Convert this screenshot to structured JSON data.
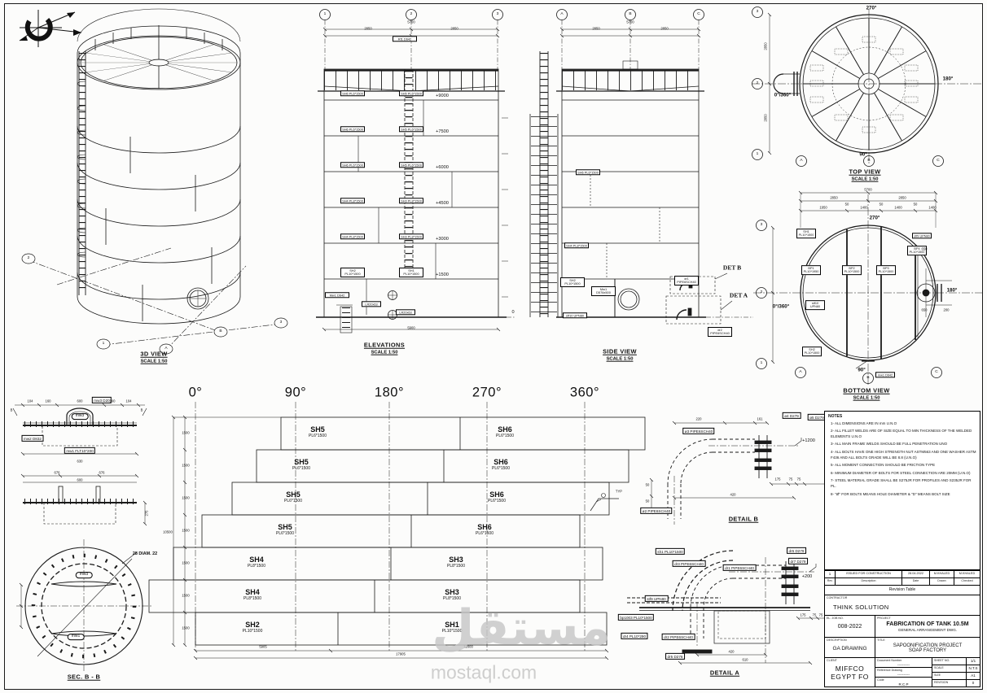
{
  "watermark": {
    "arabic": "مستقل",
    "latin": "mostaql.com"
  },
  "views": {
    "v3d": {
      "title": "3D VIEW",
      "scale": "SCALE 1:50",
      "bubbles": [
        "2",
        "1",
        "A",
        "B",
        "3"
      ]
    },
    "elev": {
      "title": "ELEVATIONS",
      "scale": "SCALE 1:50",
      "grid": [
        "1",
        "2",
        "3"
      ],
      "dim_total": "5700",
      "dim_half1": "2850",
      "dim_half2": "2850",
      "dim_bottom": "5900",
      "zero": "0",
      "roof_label": "Rf1 D642",
      "mw_label": "Mw1 D642",
      "lr1": "LR20x63",
      "lr2": "LR20x63",
      "levels": [
        {
          "e": "+9000",
          "l": "SH6 PL6*1500",
          "r": "SH5 PL6*1500"
        },
        {
          "e": "+7500",
          "l": "SH6 PL6*1500",
          "r": "SH5 PL6*1500"
        },
        {
          "e": "+6000",
          "l": "SH6 PL6*1500",
          "r": "SH5 PL6*1500"
        },
        {
          "e": "+4500",
          "l": "SH4 PL8*1500",
          "r": "SH3 PL8*1500"
        },
        {
          "e": "+3000",
          "l": "SH4 PL8*1500",
          "r": "SH3 PL8*1500"
        },
        {
          "e": "+1500",
          "l": "SH2 PL10*1500",
          "r": "SH1 PL10*1500"
        }
      ]
    },
    "side": {
      "title": "SIDE VIEW",
      "scale": "SCALE 1:50",
      "grid": [
        "A",
        "B",
        "C"
      ],
      "dim_total": "5700",
      "dim_half1": "2850",
      "dim_half2": "2850",
      "det_a": "DET A",
      "det_b": "DET B",
      "sh6": "SH6 PL6*1500",
      "sh4": "SH4 PL8*1500",
      "sh2": "SH2 PL10*1500",
      "mw": "Mw1 D576x500",
      "stf10": "stf10 UPN80",
      "dr1": "dr1 PIPE6SCH40",
      "dr2": "dr2 PIPE6SCH40"
    },
    "top": {
      "title": "TOP VIEW",
      "scale": "SCALE 1:50",
      "grid_rows": [
        "3",
        "2",
        "1"
      ],
      "grid_cols": [
        "A",
        "B",
        "C"
      ],
      "a270": "270°",
      "a90": "90°",
      "a180": "180°",
      "a0": "0°/360°",
      "dim_half1": "2850",
      "dim_half2": "2850"
    },
    "bottom": {
      "title": "BOTTOM VIEW",
      "scale": "SCALE 1:50",
      "grid_rows": [
        "3",
        "2",
        "1"
      ],
      "grid_cols": [
        "A",
        "B",
        "C"
      ],
      "a270": "270°",
      "a90": "90°",
      "a180": "180°",
      "a0": "0°/360°",
      "dim_total": "5700",
      "dim_half1": "2850",
      "dim_half2": "2850",
      "seg_dims": [
        "1950",
        "50",
        "1400",
        "50",
        "1400",
        "50",
        "1400"
      ],
      "plates": [
        {
          "t": "BP1 PL10*1950"
        },
        {
          "t": "BP2 PL10*1500"
        },
        {
          "t": "BP3 PL10*1500"
        },
        {
          "t": "BP4 PL10*1500"
        }
      ],
      "corner_tl": "SH1 PL10*1500",
      "corner_tr": "stf9 UPN80",
      "corner_ml": "stf10 UPN80",
      "corner_bl": "SH2 PL10*1500",
      "mw": "mw1 D642",
      "d650a": "650",
      "d650b": "650",
      "d200": "200"
    },
    "dev": {
      "angles": [
        "0°",
        "90°",
        "180°",
        "270°",
        "360°"
      ],
      "row_h": "1500",
      "total_h": "10500",
      "typ": "TYP",
      "dim_left_part": "5905",
      "dim_right_part": "12000",
      "dim_total": "17905",
      "rows": [
        {
          "ln": "SH5",
          "ls": "PL6*1500",
          "rn": "SH6",
          "rs": "PL6*1500"
        },
        {
          "ln": "SH5",
          "ls": "PL6*1500",
          "rn": "SH6",
          "rs": "PL6*1500"
        },
        {
          "ln": "SH5",
          "ls": "PL6*1500",
          "rn": "SH6",
          "rs": "PL6*1500"
        },
        {
          "ln": "SH5",
          "ls": "PL6*1500",
          "rn": "SH6",
          "rs": "PL6*1500"
        },
        {
          "ln": "SH4",
          "ls": "PL8*1500",
          "rn": "SH3",
          "rs": "PL8*1500"
        },
        {
          "ln": "SH4",
          "ls": "PL8*1500",
          "rn": "SH3",
          "rs": "PL8*1500"
        },
        {
          "ln": "SH2",
          "ls": "PL10*1500",
          "rn": "SH1",
          "rs": "PL10*1500"
        }
      ]
    },
    "secbb": {
      "title": "SEC. B - B",
      "bolts": "28 DIAM. 22",
      "tag_top": "mw3",
      "tag_bot": "mw1"
    },
    "flange": {
      "tag1": "mw3 D20",
      "tag2": "mw3",
      "tag3": "mw2 D832",
      "tag4": "mw1 FLT10*200",
      "dims_top": [
        "104",
        "160",
        "600",
        "160",
        "104"
      ],
      "dim_total": "630",
      "dims2": [
        "676",
        "676"
      ],
      "dim2b": "600",
      "dim2r": "275",
      "sec_mark": "B"
    },
    "deta": {
      "title": "DETAIL A",
      "sh1": "sh1 PL10*1500",
      "dr3": "dr3 PIPE6SCH40",
      "dr1": "dr1 PIPE6SCH40",
      "dr6": "dr6 D279",
      "dr7": "dr7 D279",
      "lvl": "+200",
      "stf9": "stf9 UPN80",
      "bp": "bp1003 PL10*1500",
      "dr4": "dr4 PL10*290",
      "dr2": "dr2 PIPE6SCH40",
      "dr5": "dr5 D276",
      "d420": "420",
      "d610": "610",
      "fd": [
        "175",
        "75",
        "75"
      ]
    },
    "detb": {
      "title": "DETAIL B",
      "p3": "ø3 PIPE6SCH40",
      "p2": "ø2 PIPE6SCH40",
      "f4": "ø4 D279",
      "f5": "ø5 D279",
      "lvl": "+1200",
      "d220": "220",
      "d161": "161",
      "d420": "420",
      "d50a": "50",
      "d50b": "50",
      "fd": [
        "175",
        "75",
        "75"
      ]
    }
  },
  "notes": {
    "heading": "NOTES",
    "items": [
      "1- ALL DIMENSIONS ARE IN mm U.N.O",
      "2- ALL FILLET WELDS ARE OF SIZE EQUAL TO MIN THICKNESS OF THE WELDED ELEMENTS U.N.O",
      "3- ALL MAIN FRAME WELDS SHOULD BE FULL PENETRATION UNO",
      "4- ALL BOLTS HAVE ONE HIGH STRENGTH NUT ASTM563 AND ONE WASHER ASTM F436 AND ALL BOLTS GRADE WILL BE 8.8 (U.N.O)",
      "5- ALL MOMENT CONNECTION SHOULD BE FRICTION TYPE",
      "6- MINIMUM DIAMETER OF BOLTS FOR STEEL CONNECTION ARE 20MM (U.N.O)",
      "7- STEEL MATERIAL GRADE SHALL BE S275JR FOR PROFILES AND S235JR FOR PL.",
      "8- \"Ø\" FOR BOLTS MEANS HOLE DIAMETER & \"D\" MEANS BOLT SIZE"
    ]
  },
  "titleblock": {
    "rev_row": {
      "rev": "1",
      "description": "ISSUED FOR CONSTRUCTION",
      "date": "28.04.2022",
      "drawn": "M.KHALED",
      "checked": "M.KHALED"
    },
    "rev_headers": {
      "rev": "Rev",
      "description": "Description",
      "date": "Date",
      "drawn": "Drawn",
      "checked": "Checked"
    },
    "revision_caption": "Revision Table",
    "contractor_label": "CONTRACTOR",
    "contractor": "THINK SOLUTION",
    "job_label": "EL. JOB NO.",
    "job_no": "008-2022",
    "project_label": "PROJECT",
    "project": "FABRICATION OF TANK 10.5M",
    "project_sub": "GENERAL ARRANGEMENT DWG.",
    "description_label": "DESCRIPTION",
    "description": "GA DRAWING",
    "title_label": "TITLE",
    "title_line1": "SAPOONIFICATION PROJECT",
    "title_line2": "SOAP FACTORY",
    "client_label": "CLIENT",
    "client_line1": "MIFFCO",
    "client_line2": "EGYPT FO",
    "doc_label": "Document Number",
    "doc_value": "----------",
    "ref_label": "Reference Drawing",
    "ref_value": "----------",
    "code_label": "Code",
    "code_value": "R.C.P",
    "sheet_label": "SHEET NO.",
    "sheet": "1/1",
    "scale_label": "SCALE",
    "scale": "N.T.S",
    "size_label": "SIZE",
    "size": "A1",
    "revision_label": "REVISION",
    "revision": "0"
  }
}
